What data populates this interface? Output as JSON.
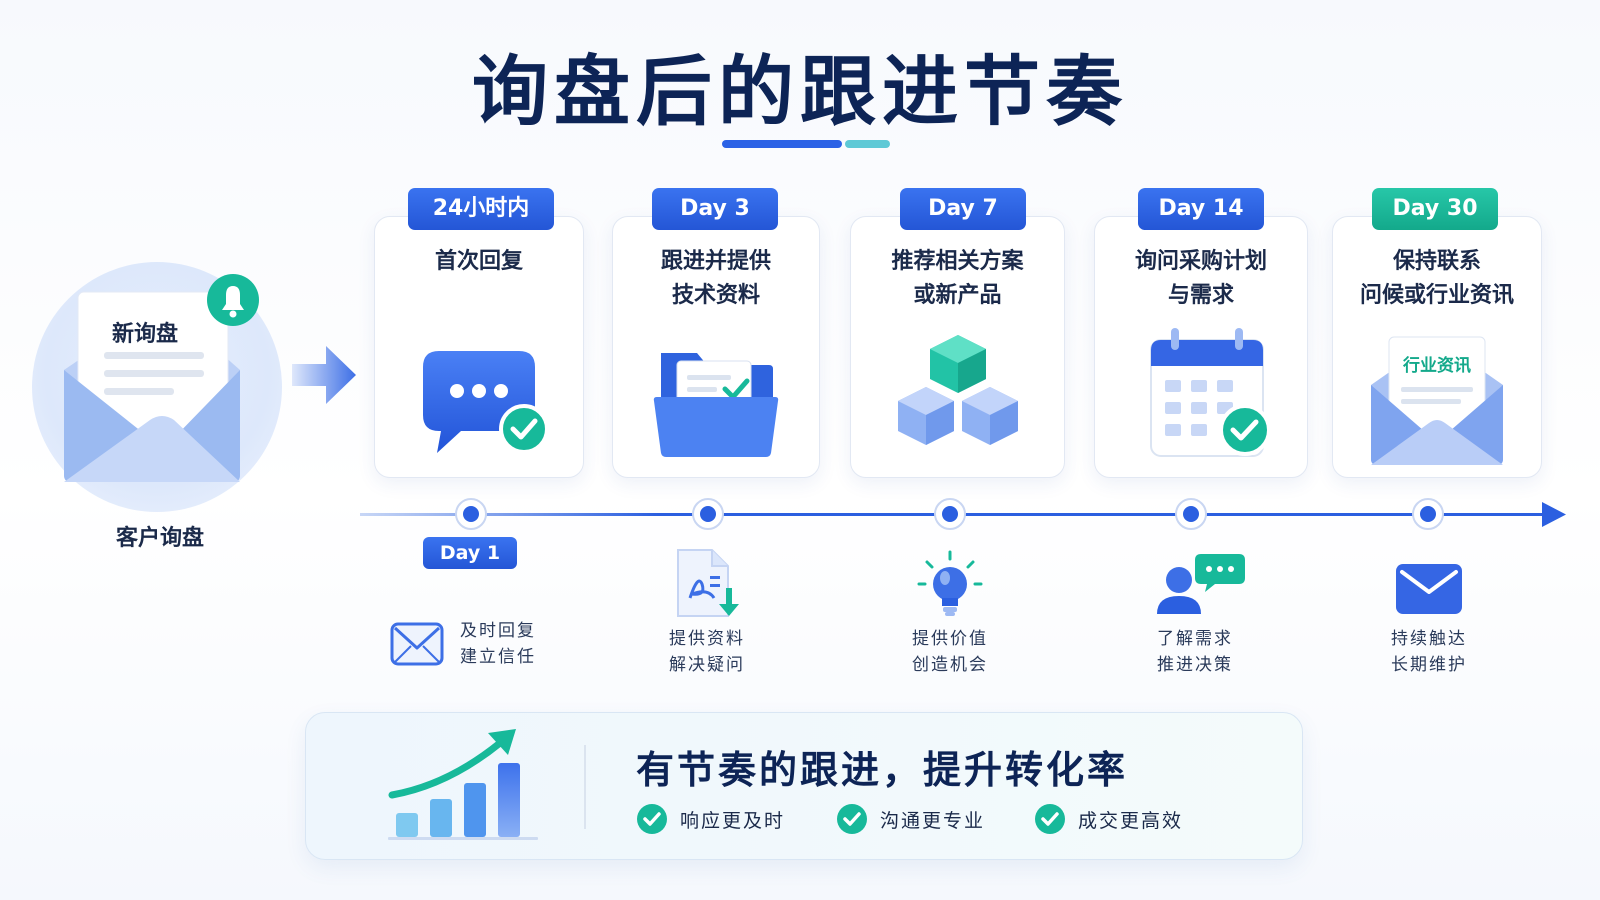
{
  "title": "询盘后的跟进节奏",
  "colors": {
    "accent": "#2b5fe0",
    "teal": "#14a98b",
    "dark_navy": "#0d2456"
  },
  "start": {
    "envelope_label": "新询盘",
    "label": "客户询盘",
    "icon": "envelope-bell-icon"
  },
  "steps": [
    {
      "badge": "24小时内",
      "lines": [
        "首次回复"
      ],
      "icon": "chat-bubble-check-icon",
      "timeline_badge": "Day 1",
      "sub_lines": [
        "及时回复",
        "建立信任"
      ],
      "sub_icon": "mail-icon"
    },
    {
      "badge": "Day 3",
      "lines": [
        "跟进并提供",
        "技术资料"
      ],
      "icon": "folder-document-icon",
      "sub_lines": [
        "提供资料",
        "解决疑问"
      ],
      "sub_icon": "pdf-download-icon"
    },
    {
      "badge": "Day 7",
      "lines": [
        "推荐相关方案",
        "或新产品"
      ],
      "icon": "cubes-icon",
      "sub_lines": [
        "提供价值",
        "创造机会"
      ],
      "sub_icon": "lightbulb-icon"
    },
    {
      "badge": "Day 14",
      "lines": [
        "询问采购计划",
        "与需求"
      ],
      "icon": "calendar-check-icon",
      "sub_lines": [
        "了解需求",
        "推进决策"
      ],
      "sub_icon": "user-chat-icon"
    },
    {
      "badge": "Day 30",
      "lines": [
        "保持联系",
        "问候或行业资讯"
      ],
      "icon": "newsletter-envelope-icon",
      "card_doc_label": "行业资讯",
      "sub_lines": [
        "持续触达",
        "长期维护"
      ],
      "sub_icon": "envelope-icon"
    }
  ],
  "banner": {
    "title": "有节奏的跟进，提升转化率",
    "icon": "growth-chart-icon",
    "benefits": [
      "响应更及时",
      "沟通更专业",
      "成交更高效"
    ]
  }
}
